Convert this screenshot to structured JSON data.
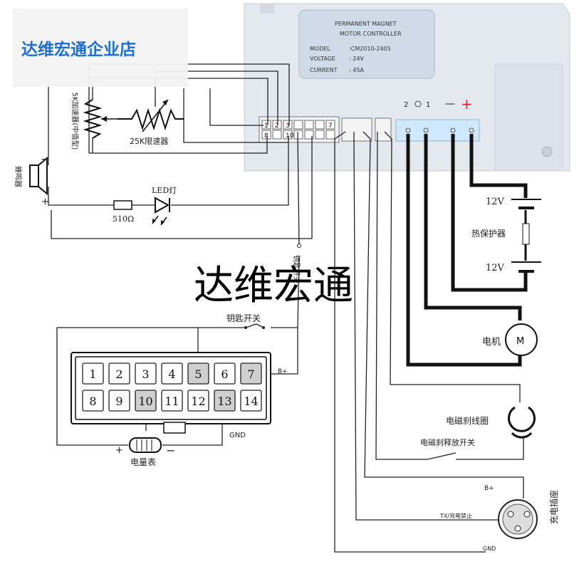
{
  "shop_banner": "达维宏通企业店",
  "watermark": "达维宏通",
  "controller": {
    "label_lines": [
      "PERMANENT MAGNET",
      "MOTOR CONTROLLER"
    ],
    "model_label": "MODEL",
    "model_value": ":CM2010-2405",
    "voltage_label": "VOLTAGE",
    "voltage_value": ": 24V",
    "current_label": "CURRENT",
    "current_value": ": 45A",
    "pins_row1": [
      "1",
      "2",
      "3",
      "",
      "",
      "",
      "7"
    ],
    "pins_row2": [
      "8",
      "",
      "10",
      "",
      "",
      "",
      ""
    ],
    "power_markers": {
      "two": "2",
      "one": "1",
      "minus": "—",
      "plus": "+"
    }
  },
  "components": {
    "accel_pot": "5K加速器(中值型)",
    "limit_pot": "25K限速器",
    "buzzer": "蜂鸣器",
    "resistor": "510Ω",
    "led": "LED灯",
    "key_switch_vertical": "钥匙开关",
    "battery_top": "12V",
    "thermal_protector": "热保护器",
    "battery_bottom": "12V",
    "motor": "电机",
    "motor_symbol": "M",
    "brake_coil": "电磁刹线圈",
    "brake_release_switch": "电磁刹释放开关",
    "charge_socket": "充电插座",
    "key_switch": "钥匙开关",
    "meter": "电量表",
    "gnd": "GND",
    "b_plus": "B+",
    "tx_label": "TX/充电禁止",
    "minus_sign": "−",
    "plus_sign": "+"
  },
  "connector14": {
    "row1": [
      "1",
      "2",
      "3",
      "4",
      "5",
      "6",
      "7"
    ],
    "row2": [
      "8",
      "9",
      "10",
      "11",
      "12",
      "13",
      "14"
    ],
    "highlighted": [
      "5",
      "7",
      "10",
      "13"
    ]
  }
}
